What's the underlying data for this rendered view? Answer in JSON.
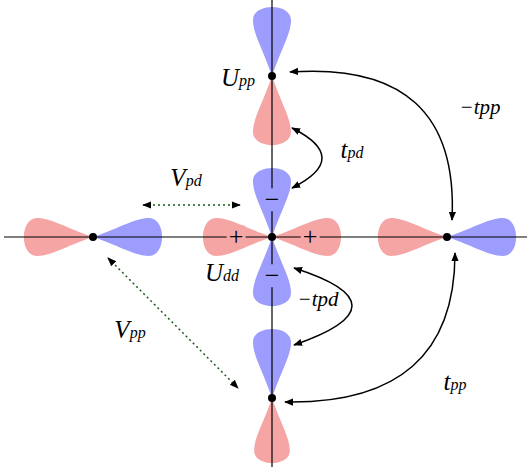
{
  "diagram": {
    "labels": [
      "Upp",
      "tpd",
      "Vpd",
      "−",
      "+",
      "+",
      "Udd",
      "−",
      "−tpd",
      "Vpp",
      "−tpp",
      "tpp"
    ]
  }
}
